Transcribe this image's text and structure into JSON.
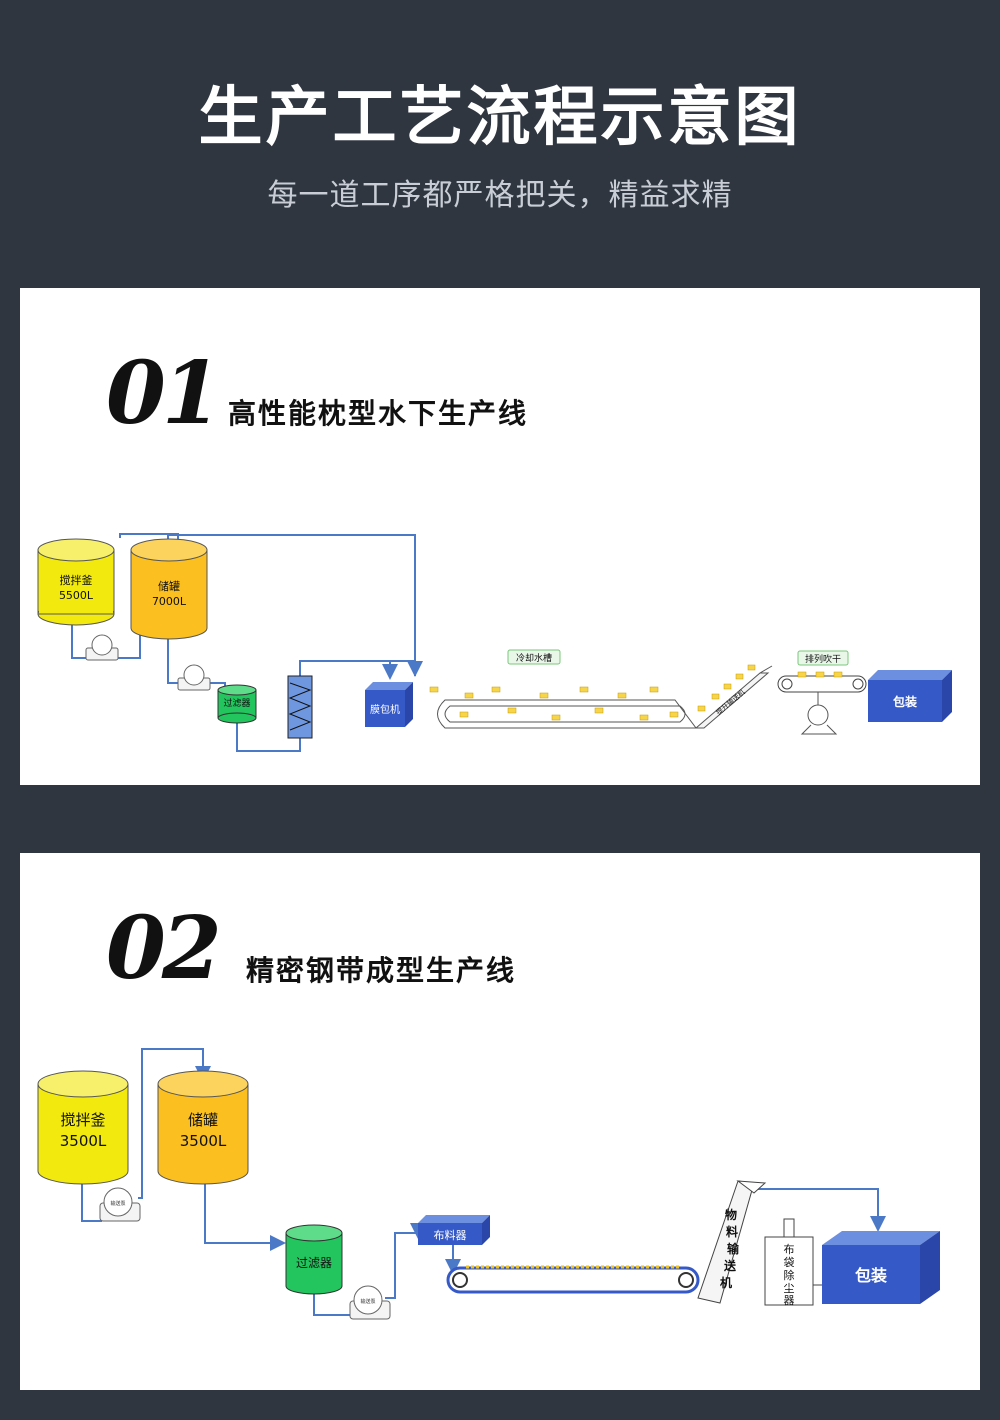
{
  "header": {
    "title": "生产工艺流程示意图",
    "subtitle": "每一道工序都严格把关，精益求精"
  },
  "section1": {
    "number": "01",
    "title": "高性能枕型水下生产线",
    "mixer": {
      "label": "搅拌釜",
      "capacity": "5500L"
    },
    "storage": {
      "label": "储罐",
      "capacity": "7000L"
    },
    "filter": "过滤器",
    "wrapper": "膜包机",
    "cooling_tank": "冷却水槽",
    "hoist": "提升输送机",
    "blow_dry": "排列吹干",
    "packing": "包装"
  },
  "section2": {
    "number": "02",
    "title": "精密钢带成型生产线",
    "mixer": {
      "label": "搅拌釜",
      "capacity": "3500L"
    },
    "storage": {
      "label": "储罐",
      "capacity": "3500L"
    },
    "filter": "过滤器",
    "pump": "输送泵",
    "distributor": "布料器",
    "conveyor_chars": [
      "物",
      "料",
      "输",
      "送",
      "机"
    ],
    "bag_filter_chars": [
      "布",
      "袋",
      "除",
      "尘",
      "器"
    ],
    "packing": "包装"
  },
  "colors": {
    "background": "#2f3640",
    "yellow_tank": "#f2ea0f",
    "orange_tank": "#fbbf1f",
    "filter_green": "#22c55e",
    "machine_blue": "#3559c7",
    "flow_line": "#4b79c8"
  }
}
